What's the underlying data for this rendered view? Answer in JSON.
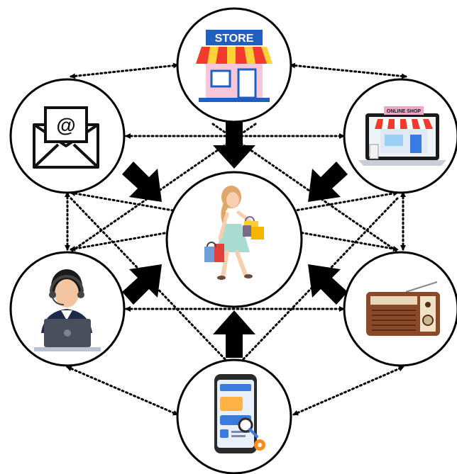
{
  "diagram": {
    "center": {
      "icon": "shopper-woman-icon"
    },
    "nodes": [
      {
        "id": "store",
        "icon": "store-icon",
        "label": "STORE"
      },
      {
        "id": "online-shop",
        "icon": "online-shop-laptop-icon",
        "label": "ONLINE SHOP"
      },
      {
        "id": "radio",
        "icon": "radio-icon"
      },
      {
        "id": "mobile-app",
        "icon": "mobile-app-icon"
      },
      {
        "id": "call-center",
        "icon": "call-center-agent-icon"
      },
      {
        "id": "email",
        "icon": "email-envelope-icon",
        "label": "@"
      }
    ],
    "links": "dotted bidirectional connections between every pair of channels",
    "colors": {
      "store_sign": "#1f5fbf",
      "awning_red": "#f23a2f",
      "awning_yellow": "#ffd23a",
      "store_wall": "#f7c6d8",
      "laptop": "#1a1a1a",
      "radio_wood": "#8a4a2a",
      "phone_screen": "#3b7be0",
      "agent_jacket": "#1e2a4a",
      "shopper_dress": "#a8dcd0"
    }
  }
}
